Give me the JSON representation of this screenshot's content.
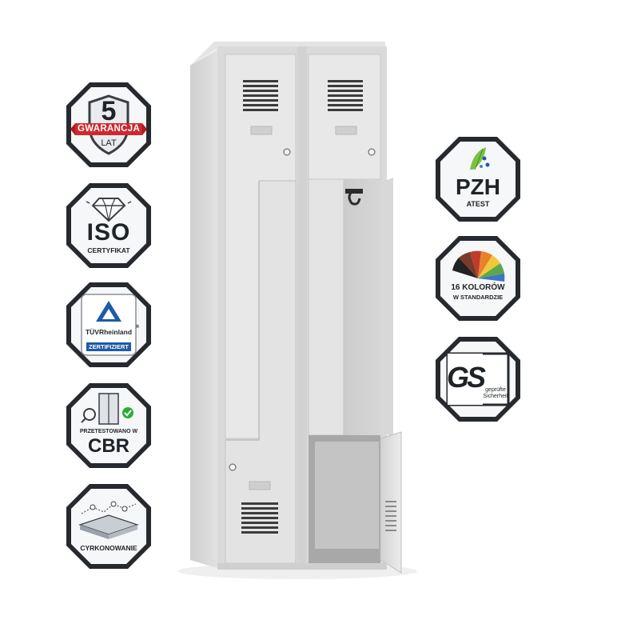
{
  "badges_left": [
    {
      "number": "5",
      "ribbon": "GWARANCJA",
      "label": "LAT",
      "icon": "warranty-shield-icon"
    },
    {
      "title": "ISO",
      "label": "CERTYFIKAT",
      "icon": "diamond-icon"
    },
    {
      "brand": "TÜVRheinland",
      "registered": "®",
      "label": "ZERTIFIZIERT",
      "icon": "tuv-triangle-icon"
    },
    {
      "caption": "PRZETESTOWANO W",
      "title": "CBR",
      "icon": "locker-test-icon"
    },
    {
      "label": "CYRKONOWANIE",
      "icon": "zirconium-coating-icon"
    }
  ],
  "badges_right": [
    {
      "title": "PZH",
      "label": "ATEST",
      "icon": "dna-leaf-icon"
    },
    {
      "line1": "16 KOLORÓW",
      "line2": "W STANDARDZIE",
      "icon": "color-palette-icon"
    },
    {
      "logo": "GS",
      "line1": "geprüfte",
      "line2": "Sicherheit",
      "icon": "gs-mark-icon"
    }
  ],
  "colors": {
    "badge_border": "#26292e",
    "badge_fill": "#f6f7f8",
    "ribbon_red": "#d0282c",
    "tuv_blue": "#1d5aa8",
    "check_green": "#2faa3a",
    "cabinet_body": "#dcdcdc",
    "cabinet_door": "#e6e6e6",
    "cabinet_inner": "#c6c6c6"
  }
}
